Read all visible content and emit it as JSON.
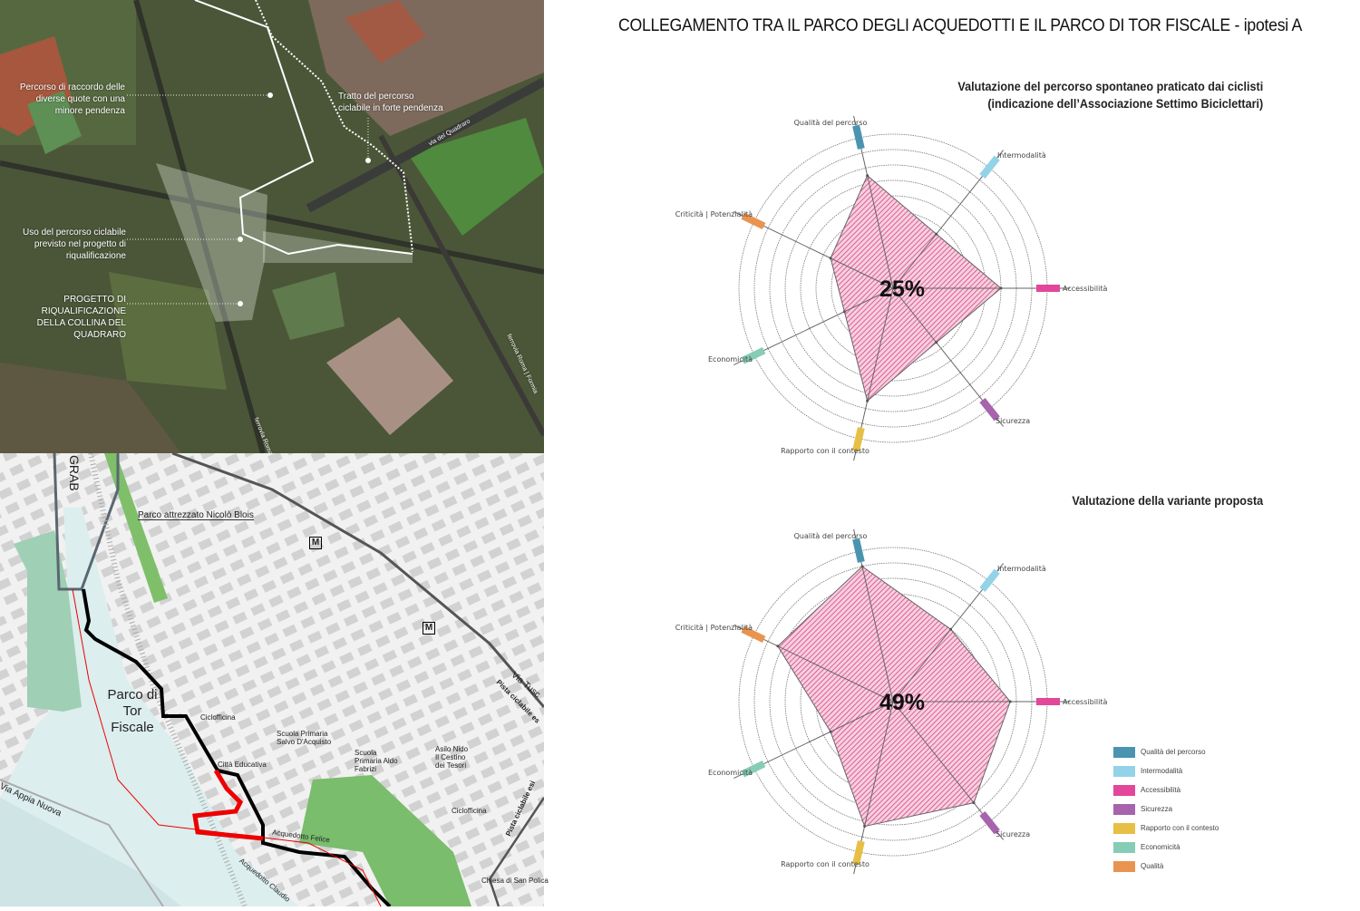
{
  "title": "COLLEGAMENTO TRA IL PARCO DEGLI ACQUEDOTTI E IL PARCO DI TOR FISCALE - ipotesi A",
  "aerial": {
    "labels": [
      "Percorso di raccordo delle diverse quote con una minore pendenza",
      "Tratto del percorso ciclabile in forte pendenza",
      "Uso del percorso ciclabile previsto nel progetto di riqualificazione",
      "PROGETTO DI RIQUALIFICAZIONE DELLA COLLINA DEL QUADRARO"
    ],
    "streets": [
      "via del Quadraro",
      "ferrovia Roma | Formia",
      "ferrovia Roma"
    ]
  },
  "map": {
    "labels": {
      "grab": "GRAB",
      "parco_blois": "Parco attrezzato Nicolò Blois",
      "parco_tor_fiscale": "Parco di Tor Fiscale",
      "ciclofficina_1": "Ciclofficina",
      "ciclofficina_2": "Ciclofficina",
      "citta_educativa": "Città Educativa",
      "scuola_salvo": "Scuola Primaria Salvo D'Acquisto",
      "scuola_aldo": "Scuola Primaria Aldo Fabrizi",
      "asilo": "Asilo Nido Il Cestino dei Tesori",
      "acquedotto_felice": "Acquedotto Felice",
      "acquedotto_claudio": "Acquedotto Claudio",
      "via_appia": "Via Appia Nuova",
      "via_tuscolana": "Via Tusc",
      "pista_1": "Pista ciclabile es",
      "pista_2": "Pista ciclabile esi",
      "chiesa": "Chiesa di San Polica",
      "metro": "M"
    }
  },
  "chart_data": [
    {
      "type": "radar",
      "title": "Valutazione del percorso spontaneo praticato dai ciclisti (indicazione dell'Associazione Settimo Biciclettari)",
      "title_lines": [
        "Valutazione del percorso spontaneo praticato dai ciclisti",
        "(indicazione dell’Associazione Settimo Biciclettari)"
      ],
      "center_label": "25%",
      "axes": [
        "Accessibilità",
        "Intermodalità",
        "Qualità del percorso",
        "Criticità | Potenzialità",
        "Economicità",
        "Rapporto con il contesto",
        "Sicurezza"
      ],
      "values": [
        7,
        4.5,
        7.5,
        4.5,
        3.5,
        7.5,
        4.5
      ],
      "rings": 10,
      "range": [
        0,
        10
      ]
    },
    {
      "type": "radar",
      "title": "Valutazione della variante proposta",
      "title_lines": [
        "Valutazione della variante proposta"
      ],
      "center_label": "49%",
      "axes": [
        "Accessibilità",
        "Intermodalità",
        "Qualità del percorso",
        "Criticità | Potenzialità",
        "Economicità",
        "Rapporto con il contesto",
        "Sicurezza"
      ],
      "values": [
        7.6,
        6,
        9,
        8.3,
        4.5,
        8.3,
        8.4
      ],
      "rings": 10,
      "range": [
        0,
        10
      ]
    }
  ],
  "axis_colors": [
    "#e2479a",
    "#93d3e8",
    "#4a94b0",
    "#e89450",
    "#86cdb6",
    "#e8bf45",
    "#a764ad"
  ],
  "fill_colors": {
    "fill": "#f7cfe0",
    "hatch": "#d2467f"
  },
  "legend": [
    {
      "label": "Qualità del percorso",
      "color": "#4a94b0"
    },
    {
      "label": "Intermodalità",
      "color": "#93d3e8"
    },
    {
      "label": "Accessibilità",
      "color": "#e2479a"
    },
    {
      "label": "Sicurezza",
      "color": "#a764ad"
    },
    {
      "label": "Rapporto con il contesto",
      "color": "#e8bf45"
    },
    {
      "label": "Economicità",
      "color": "#86cdb6"
    },
    {
      "label": "Qualità",
      "color": "#e89450"
    }
  ]
}
